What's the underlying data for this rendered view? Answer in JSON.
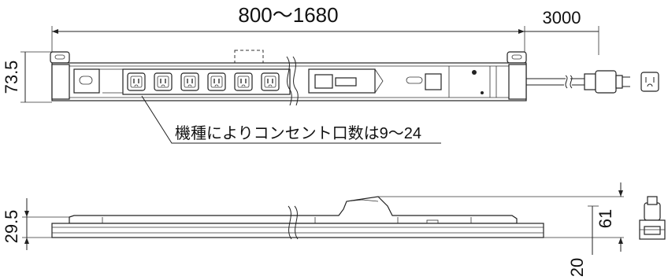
{
  "dimensions": {
    "length_range": "800～1680",
    "cord_length": "3000",
    "top_height": "73.5",
    "side_height": "29.5",
    "bracket_height": "61",
    "base_offset": "20"
  },
  "annotation": {
    "outlet_note": "機種によりコンセント口数は9～24"
  }
}
